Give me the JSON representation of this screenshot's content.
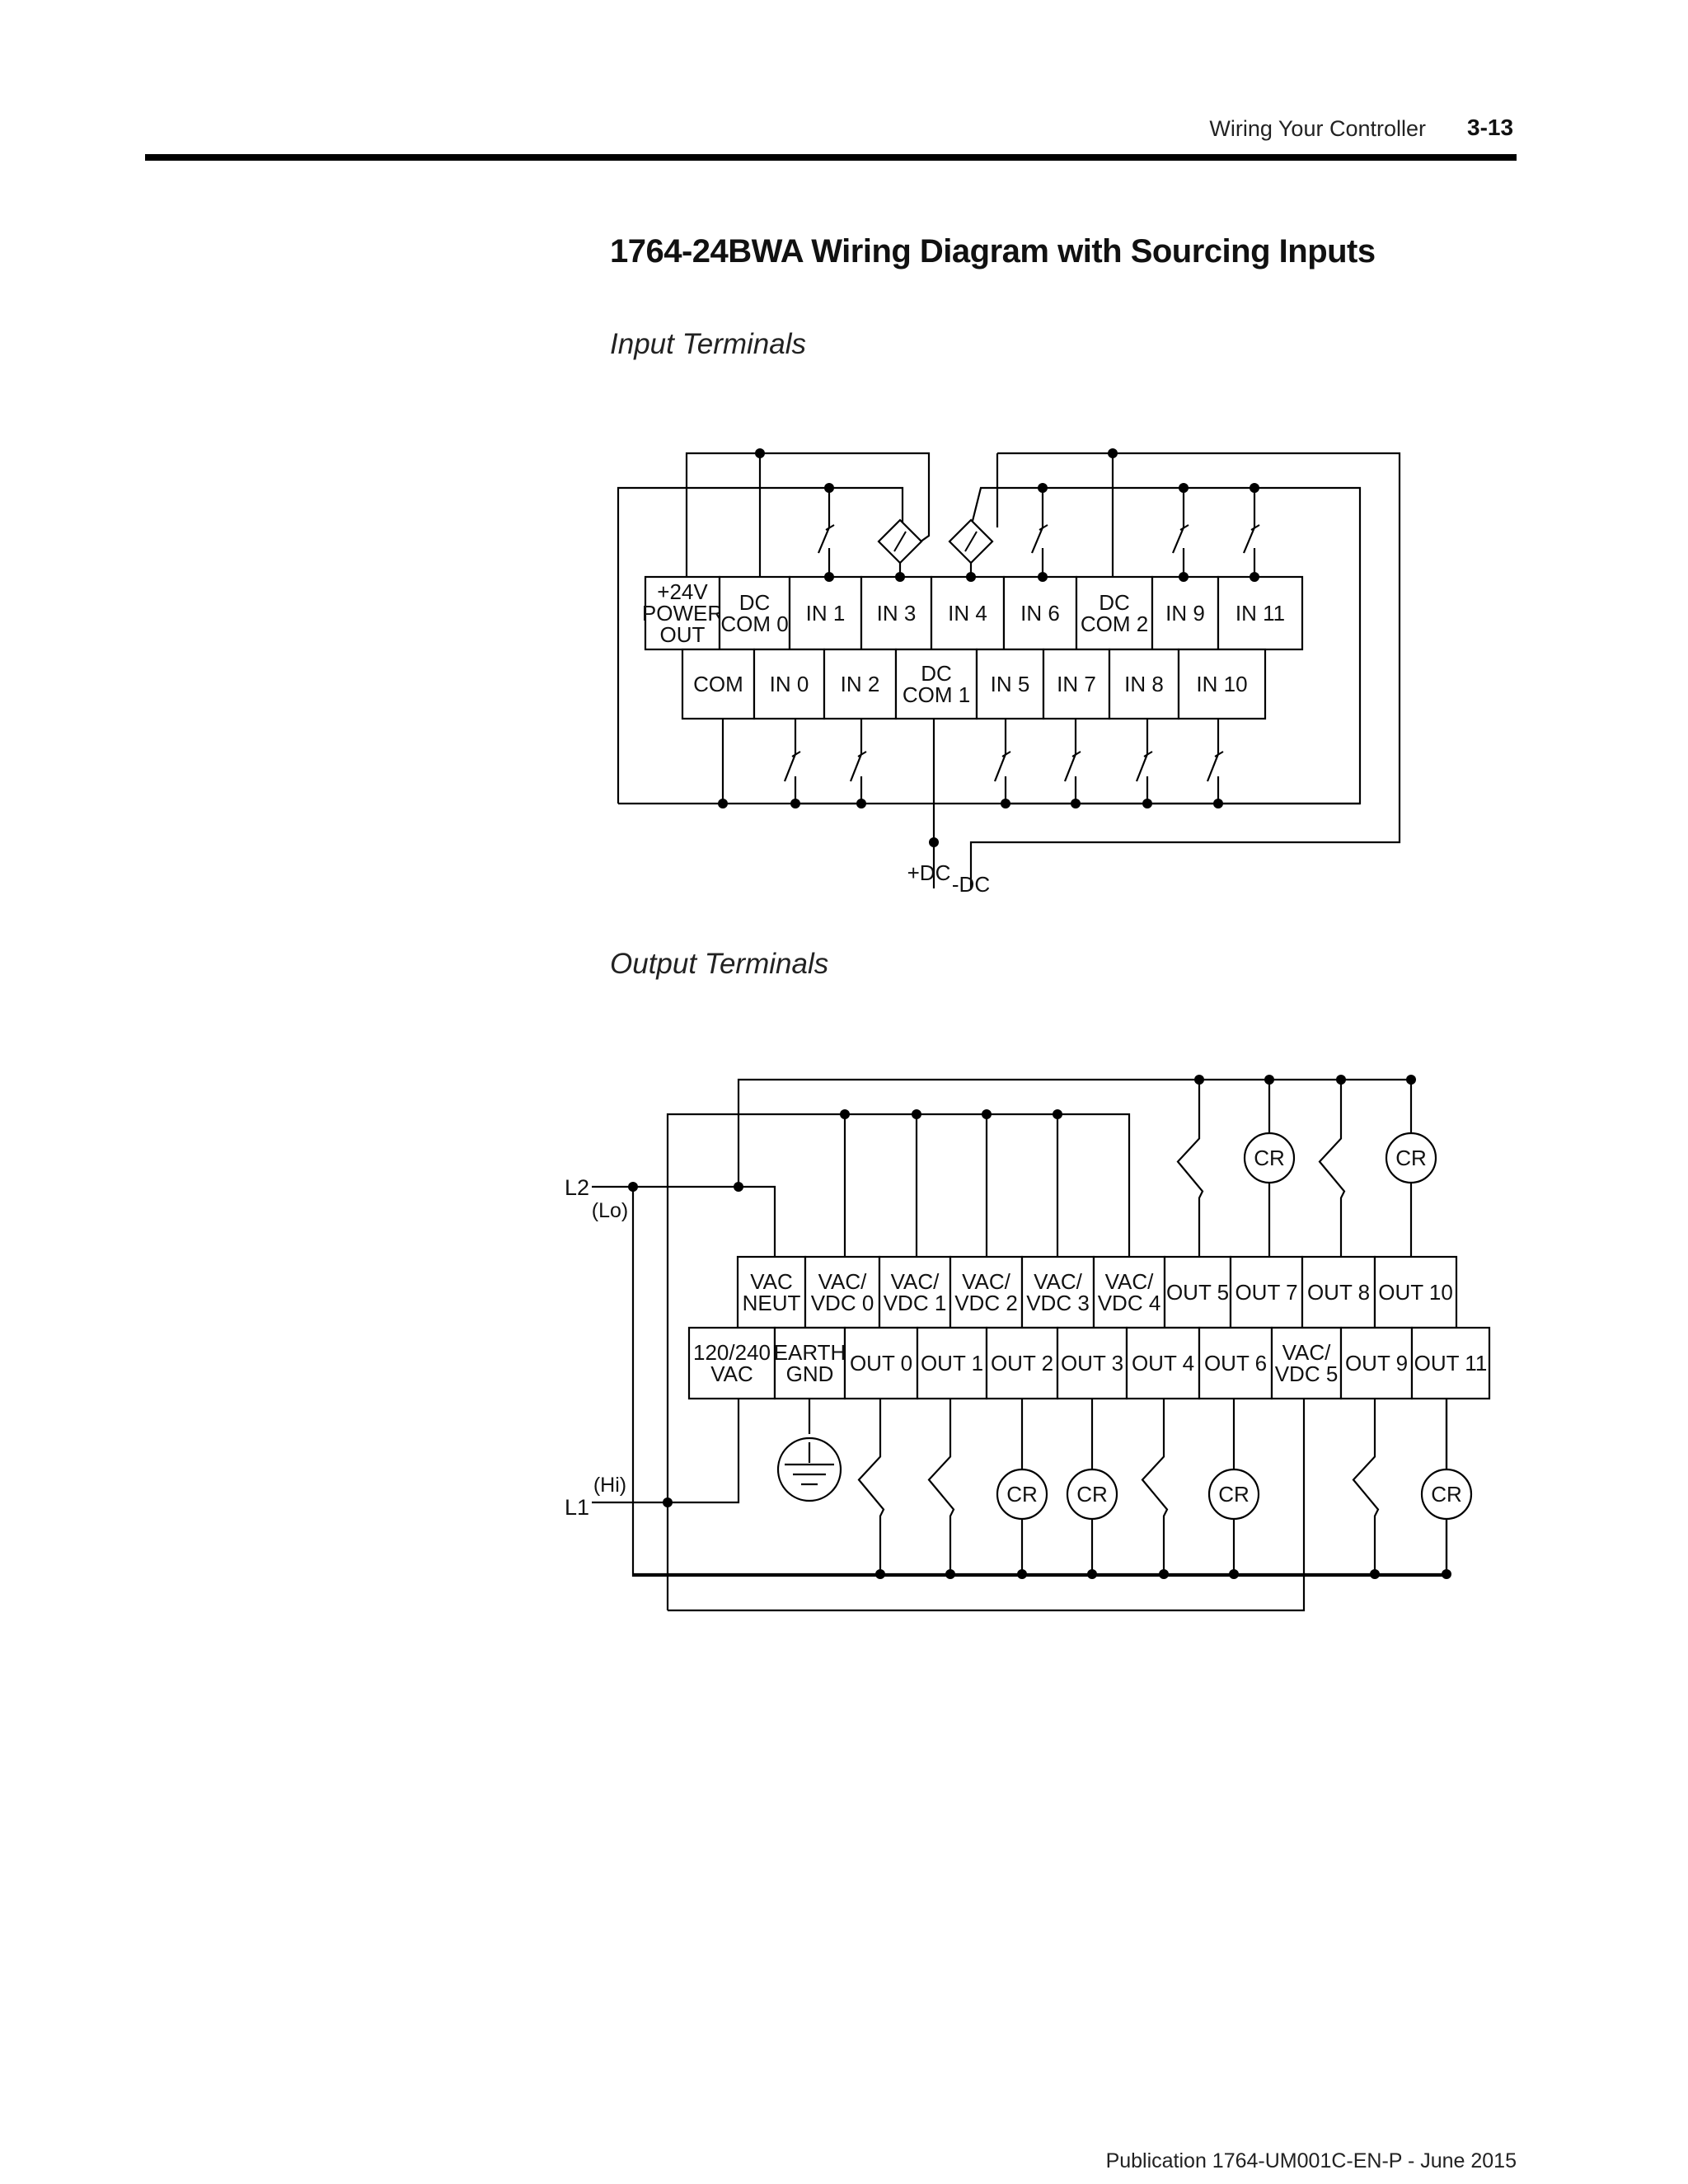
{
  "header": {
    "section": "Wiring Your Controller",
    "page": "3-13"
  },
  "title": "1764-24BWA Wiring Diagram with Sourcing Inputs",
  "inputs": {
    "label": "Input Terminals",
    "top_row": [
      {
        "lines": [
          "+24V",
          "POWER",
          "OUT"
        ]
      },
      {
        "lines": [
          "DC",
          "COM 0"
        ]
      },
      {
        "lines": [
          "IN 1"
        ]
      },
      {
        "lines": [
          "IN 3"
        ]
      },
      {
        "lines": [
          "IN 4"
        ]
      },
      {
        "lines": [
          "IN 6"
        ]
      },
      {
        "lines": [
          "DC",
          "COM 2"
        ]
      },
      {
        "lines": [
          "IN 9"
        ]
      },
      {
        "lines": [
          "IN 11"
        ]
      }
    ],
    "bottom_row": [
      {
        "lines": [
          "COM"
        ]
      },
      {
        "lines": [
          "IN 0"
        ]
      },
      {
        "lines": [
          "IN 2"
        ]
      },
      {
        "lines": [
          "DC",
          "COM 1"
        ]
      },
      {
        "lines": [
          "IN 5"
        ]
      },
      {
        "lines": [
          "IN 7"
        ]
      },
      {
        "lines": [
          "IN 8"
        ]
      },
      {
        "lines": [
          "IN 10"
        ]
      }
    ],
    "plus_dc": "+DC",
    "minus_dc": "-DC"
  },
  "outputs": {
    "label": "Output Terminals",
    "top_row": [
      {
        "lines": [
          "VAC",
          "NEUT"
        ]
      },
      {
        "lines": [
          "VAC/",
          "VDC 0"
        ]
      },
      {
        "lines": [
          "VAC/",
          "VDC 1"
        ]
      },
      {
        "lines": [
          "VAC/",
          "VDC 2"
        ]
      },
      {
        "lines": [
          "VAC/",
          "VDC 3"
        ]
      },
      {
        "lines": [
          "VAC/",
          "VDC 4"
        ]
      },
      {
        "lines": [
          "OUT 5"
        ]
      },
      {
        "lines": [
          "OUT 7"
        ]
      },
      {
        "lines": [
          "OUT 8"
        ]
      },
      {
        "lines": [
          "OUT 10"
        ]
      }
    ],
    "bottom_row": [
      {
        "lines": [
          "120/240",
          "VAC"
        ]
      },
      {
        "lines": [
          "EARTH",
          "GND"
        ]
      },
      {
        "lines": [
          "OUT 0"
        ]
      },
      {
        "lines": [
          "OUT 1"
        ]
      },
      {
        "lines": [
          "OUT 2"
        ]
      },
      {
        "lines": [
          "OUT 3"
        ]
      },
      {
        "lines": [
          "OUT 4"
        ]
      },
      {
        "lines": [
          "OUT 6"
        ]
      },
      {
        "lines": [
          "VAC/",
          "VDC 5"
        ]
      },
      {
        "lines": [
          "OUT 9"
        ]
      },
      {
        "lines": [
          "OUT 11"
        ]
      }
    ],
    "l2": "L2",
    "lo": "(Lo)",
    "l1": "L1",
    "hi": "(Hi)",
    "relay": "CR"
  },
  "footer": "Publication 1764-UM001C-EN-P - June 2015"
}
